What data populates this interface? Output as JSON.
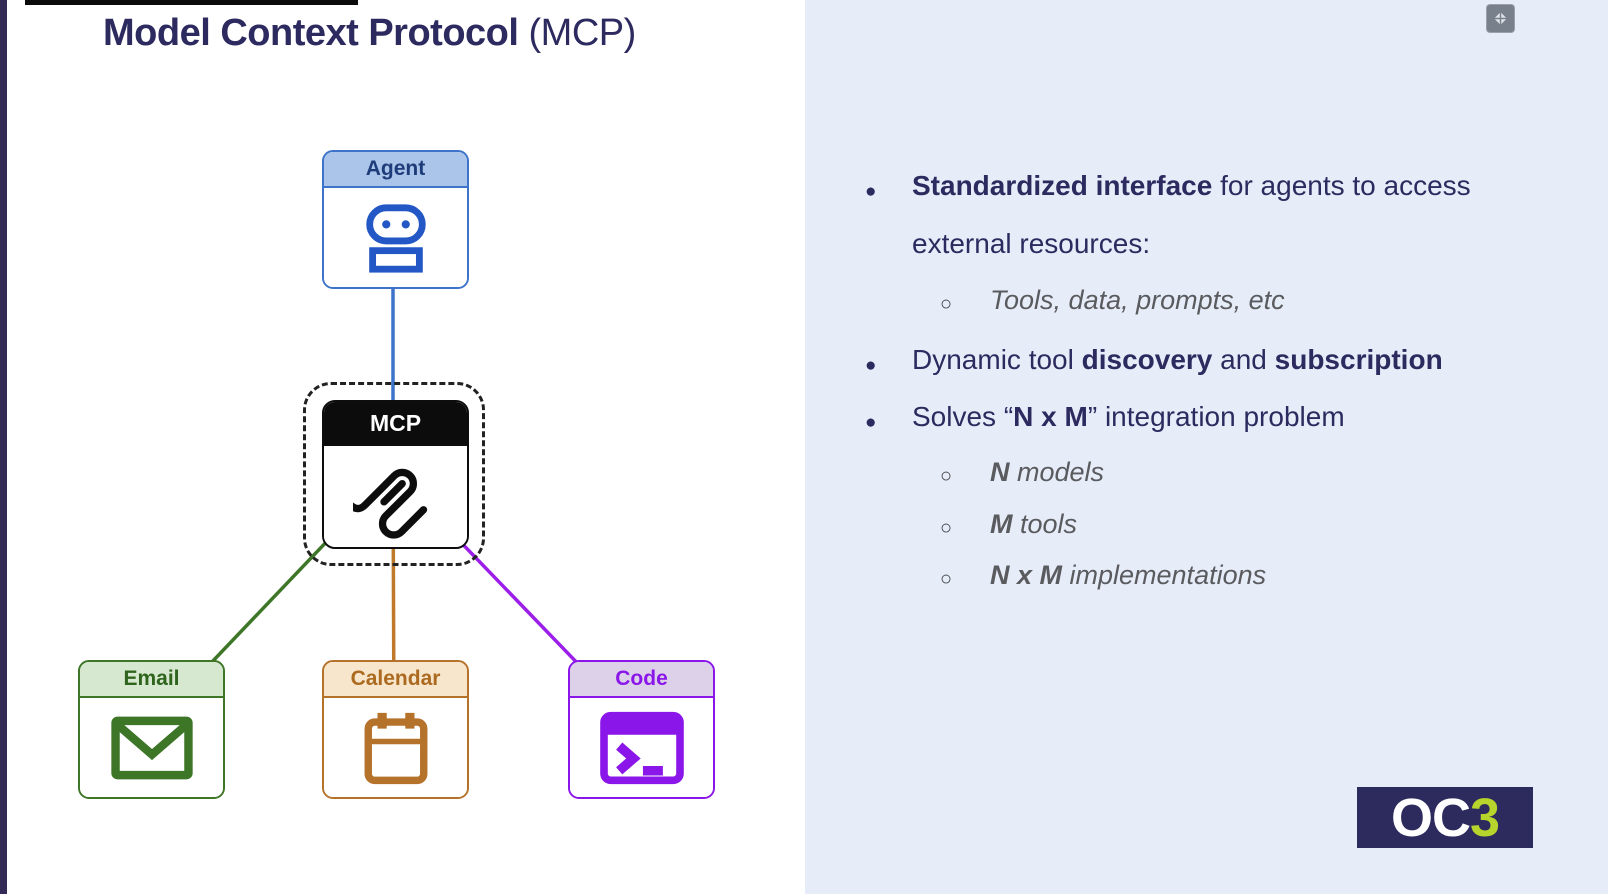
{
  "title": {
    "bold": "Model Context Protocol",
    "normal": " (MCP)"
  },
  "diagram": {
    "agent_label": "Agent",
    "mcp_label": "MCP",
    "email_label": "Email",
    "calendar_label": "Calendar",
    "code_label": "Code",
    "icons": {
      "agent": "robot-icon",
      "mcp": "mcp-squiggle-icon",
      "email": "envelope-icon",
      "calendar": "calendar-icon",
      "code": "terminal-icon"
    }
  },
  "bullets": {
    "b1_bold": "Standardized interface",
    "b1_rest": " for agents to access",
    "b1_line2": "external resources:",
    "b1_sub": "Tools, data, prompts, etc",
    "b2_pre": "Dynamic tool ",
    "b2_bold1": "discovery",
    "b2_mid": " and ",
    "b2_bold2": "subscription",
    "b3_pre": "Solves “",
    "b3_bold": "N x M",
    "b3_post": "” integration problem",
    "subs": [
      {
        "bold": "N",
        "rest": " models"
      },
      {
        "bold": "M",
        "rest": " tools"
      },
      {
        "bold": "N x M",
        "rest": " implementations"
      }
    ]
  },
  "logo": {
    "white": "OC",
    "green": "3"
  },
  "controls": {
    "expand_icon": "exit-fullscreen-icon"
  },
  "colors": {
    "panel_bg": "#e7ecf9",
    "navy_text": "#2c2a5e",
    "gray_italic": "#5a5b5e",
    "agent_blue": "#3d74c9",
    "mcp_black": "#0d0d0d",
    "email_green": "#3e7627",
    "calendar_orange": "#b5722b",
    "code_purple": "#8a16e9",
    "logo_bg": "#2d2a5e",
    "logo_green": "#b6d42c",
    "left_bar": "#332a56"
  }
}
